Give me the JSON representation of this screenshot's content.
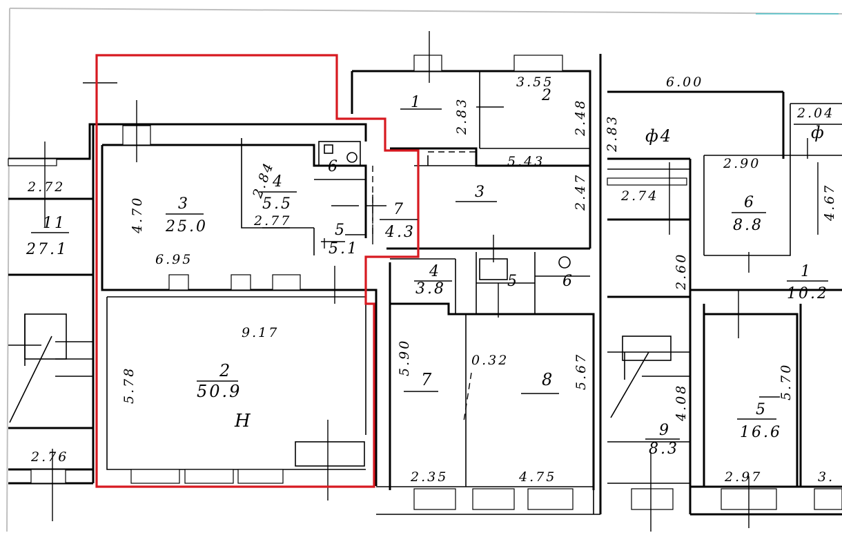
{
  "plan": {
    "accent_color": "#d71920",
    "highlighted_room": {
      "number": "2",
      "area": "50.9",
      "mark": "H"
    },
    "rooms": [
      {
        "number": "11",
        "area": "27.1"
      },
      {
        "number": "3",
        "area": "25.0"
      },
      {
        "number": "4",
        "area": "5.5"
      },
      {
        "number": "6",
        "area": ""
      },
      {
        "number": "5",
        "area": "5.1"
      },
      {
        "number": "7",
        "area": "4.3"
      },
      {
        "number": "1",
        "area": ""
      },
      {
        "number": "2",
        "area": ""
      },
      {
        "number": "3",
        "area": ""
      },
      {
        "number": "4",
        "area": "3.8"
      },
      {
        "number": "5",
        "area": ""
      },
      {
        "number": "6",
        "area": ""
      },
      {
        "number": "7",
        "area": ""
      },
      {
        "number": "8",
        "area": ""
      },
      {
        "number": "ф4",
        "area": ""
      },
      {
        "number": "ф",
        "area": ""
      },
      {
        "number": "6",
        "area": "8.8"
      },
      {
        "number": "1",
        "area": "10.2"
      },
      {
        "number": "9",
        "area": "8.3"
      },
      {
        "number": "5",
        "area": "16.6"
      }
    ],
    "dimensions": {
      "d1": "2.72",
      "d2": "4.70",
      "d3": "2.84",
      "d4": "2.77",
      "d5": "6.95",
      "d6": "9.17",
      "d7": "5.78",
      "d8": "2.76",
      "d9": "2.83",
      "d10": "3.55",
      "d11": "2.48",
      "d12": "5.43",
      "d13": "2.47",
      "d14": "6.00",
      "d15": "2.83",
      "d16": "2.04",
      "d17": "2.74",
      "d18": "2.90",
      "d19": "4.67",
      "d20": "2.60",
      "d21": "5.90",
      "d22": "0.32",
      "d23": "5.67",
      "d24": "2.35",
      "d25": "4.75",
      "d26": "4.08",
      "d27": "5.70",
      "d28": "2.97",
      "d29": "3."
    }
  }
}
